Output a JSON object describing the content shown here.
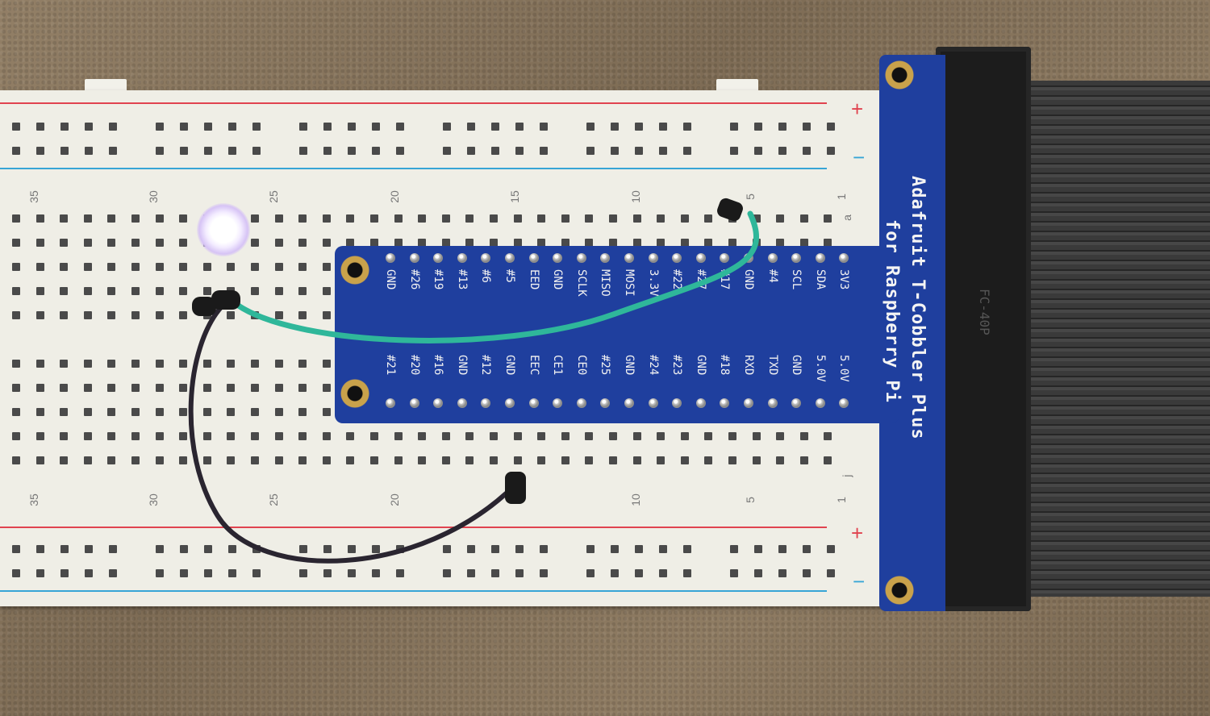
{
  "scene": {
    "subject": "breadboard-with-cobbler",
    "board_numbers_top": [
      "35",
      "30",
      "25",
      "20",
      "15",
      "10",
      "5",
      "1"
    ],
    "board_numbers_bottom": [
      "35",
      "30",
      "25",
      "20",
      "10",
      "5",
      "1"
    ],
    "row_letters": [
      "a",
      "j"
    ],
    "rail_signs": {
      "plus_top": "+",
      "minus_top": "−",
      "plus_bottom": "+",
      "minus_bottom": "−"
    },
    "pcb": {
      "brand_line1": "Adafruit T-Cobbler Plus",
      "brand_line2": "for Raspberry Pi",
      "top_row_labels": [
        "GND",
        "#26",
        "#19",
        "#13",
        "#6",
        "#5",
        "EED",
        "GND",
        "SCLK",
        "MISO",
        "MOSI",
        "3.3V",
        "#22",
        "#27",
        "#17",
        "GND",
        "#4",
        "SCL",
        "SDA",
        "3V3"
      ],
      "bottom_row_labels": [
        "#21",
        "#20",
        "#16",
        "GND",
        "#12",
        "GND",
        "EEC",
        "CE1",
        "CE0",
        "#25",
        "GND",
        "#24",
        "#23",
        "GND",
        "#18",
        "RXD",
        "TXD",
        "GND",
        "5.0V",
        "5.0V"
      ]
    },
    "connector_label": "FC-40P",
    "colors": {
      "pcb": "#1f3f9e",
      "breadboard": "#efeee6",
      "red_rail": "#e0434f",
      "blue_rail": "#37a5d6",
      "green_wire": "#2fb79a",
      "black_wire": "#2a2530",
      "led_glow": "#d6c3f5",
      "carpet": "#8b7a63"
    }
  }
}
